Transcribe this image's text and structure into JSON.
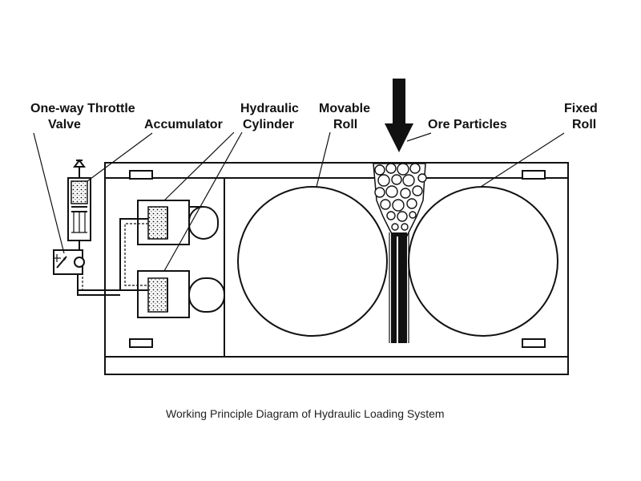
{
  "labels": {
    "throttle_line1": "One-way Throttle",
    "throttle_line2": "Valve",
    "accumulator": "Accumulator",
    "cylinder_line1": "Hydraulic",
    "cylinder_line2": "Cylinder",
    "movable_line1": "Movable",
    "movable_line2": "Roll",
    "ore": "Ore Particles",
    "fixed_line1": "Fixed",
    "fixed_line2": "Roll"
  },
  "caption": "Working Principle Diagram of Hydraulic Loading System"
}
